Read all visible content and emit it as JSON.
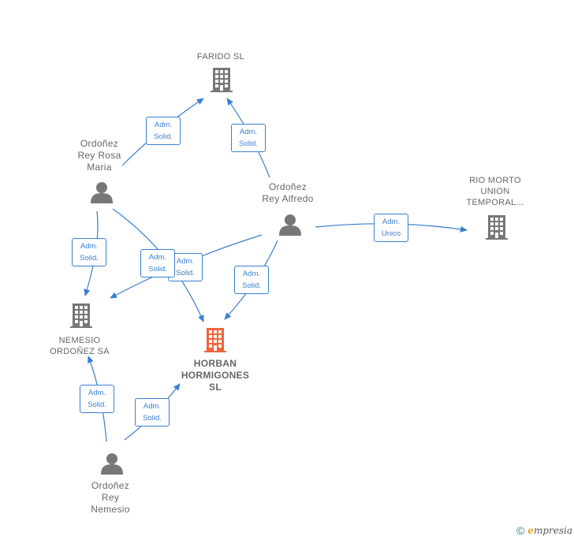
{
  "nodes": {
    "farido": {
      "label": "FARIDO SL",
      "type": "company"
    },
    "rio_morto": {
      "label_lines": [
        "RIO MORTO",
        "UNION",
        "TEMPORAL..."
      ],
      "type": "company"
    },
    "nemesio_sa": {
      "label_lines": [
        "NEMESIO",
        "ORDOÑEZ SA"
      ],
      "type": "company"
    },
    "horban": {
      "label_lines": [
        "HORBAN",
        "HORMIGONES",
        "SL"
      ],
      "type": "company",
      "highlight_color": "#f0643c"
    },
    "rosa": {
      "label_lines": [
        "Ordoñez",
        "Rey Rosa",
        "Maria"
      ],
      "type": "person"
    },
    "alfredo": {
      "label_lines": [
        "Ordoñez",
        "Rey Alfredo"
      ],
      "type": "person"
    },
    "nemesio": {
      "label_lines": [
        "Ordoñez",
        "Rey",
        "Nemesio"
      ],
      "type": "person"
    }
  },
  "edges": [
    {
      "id": "rosa-farido",
      "label_lines": [
        "Adm.",
        "Solid."
      ]
    },
    {
      "id": "alfredo-farido",
      "label_lines": [
        "Adm.",
        "Solid."
      ]
    },
    {
      "id": "alfredo-rio",
      "label_lines": [
        "Adm.",
        "Unico"
      ]
    },
    {
      "id": "rosa-nemesiosa",
      "label_lines": [
        "Adm.",
        "Solid."
      ]
    },
    {
      "id": "rosa-horban",
      "label_lines": [
        "Adm.",
        "Solid."
      ]
    },
    {
      "id": "alfredo-nemesiosa",
      "label_lines": [
        "Adm.",
        "Solid."
      ]
    },
    {
      "id": "alfredo-horban",
      "label_lines": [
        "Adm.",
        "Solid."
      ]
    },
    {
      "id": "nemesio-nemesiosa",
      "label_lines": [
        "Adm.",
        "Solid."
      ]
    },
    {
      "id": "nemesio-horban",
      "label_lines": [
        "Adm.",
        "Solid."
      ]
    }
  ],
  "colors": {
    "edge": "#3a7fd0",
    "company_icon": "#777777",
    "person_icon": "#777777",
    "highlight": "#f0643c"
  },
  "footer": {
    "copyright": "©",
    "brand_initial": "e",
    "brand_rest": "mpresia"
  }
}
